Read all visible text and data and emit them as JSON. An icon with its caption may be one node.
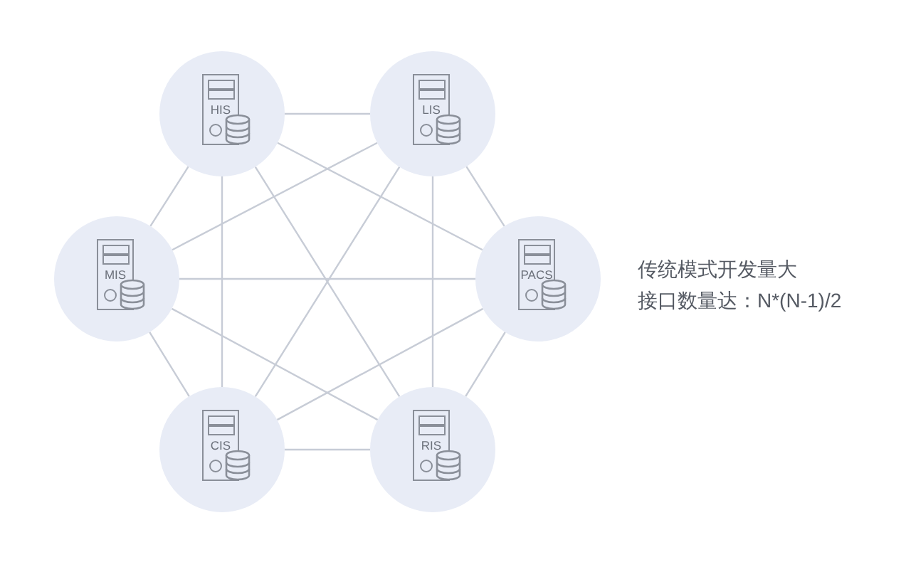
{
  "diagram": {
    "nodes": [
      {
        "text": [
          "HIS"
        ]
      },
      {
        "text": [
          "LIS"
        ]
      },
      {
        "text": [
          "PACS"
        ]
      },
      {
        "text": [
          "RIS"
        ]
      },
      {
        "text": [
          "CIS"
        ]
      },
      {
        "text": [
          "MIS"
        ]
      }
    ],
    "edges": [
      {
        "from": 0,
        "to": 1,
        "arrow": "none"
      },
      {
        "from": 0,
        "to": 2,
        "arrow": "none"
      },
      {
        "from": 0,
        "to": 3,
        "arrow": "none"
      },
      {
        "from": 0,
        "to": 4,
        "arrow": "none"
      },
      {
        "from": 0,
        "to": 5,
        "arrow": "none"
      },
      {
        "from": 1,
        "to": 2,
        "arrow": "none"
      },
      {
        "from": 1,
        "to": 3,
        "arrow": "none"
      },
      {
        "from": 1,
        "to": 4,
        "arrow": "none"
      },
      {
        "from": 1,
        "to": 5,
        "arrow": "none"
      },
      {
        "from": 2,
        "to": 3,
        "arrow": "none"
      },
      {
        "from": 2,
        "to": 4,
        "arrow": "none"
      },
      {
        "from": 2,
        "to": 5,
        "arrow": "none"
      },
      {
        "from": 3,
        "to": 4,
        "arrow": "none"
      },
      {
        "from": 3,
        "to": 5,
        "arrow": "none"
      },
      {
        "from": 4,
        "to": 5,
        "arrow": "none"
      }
    ],
    "labels": [
      "传统模式开发量大",
      "接口数量达：N*(N-1)/2"
    ]
  }
}
